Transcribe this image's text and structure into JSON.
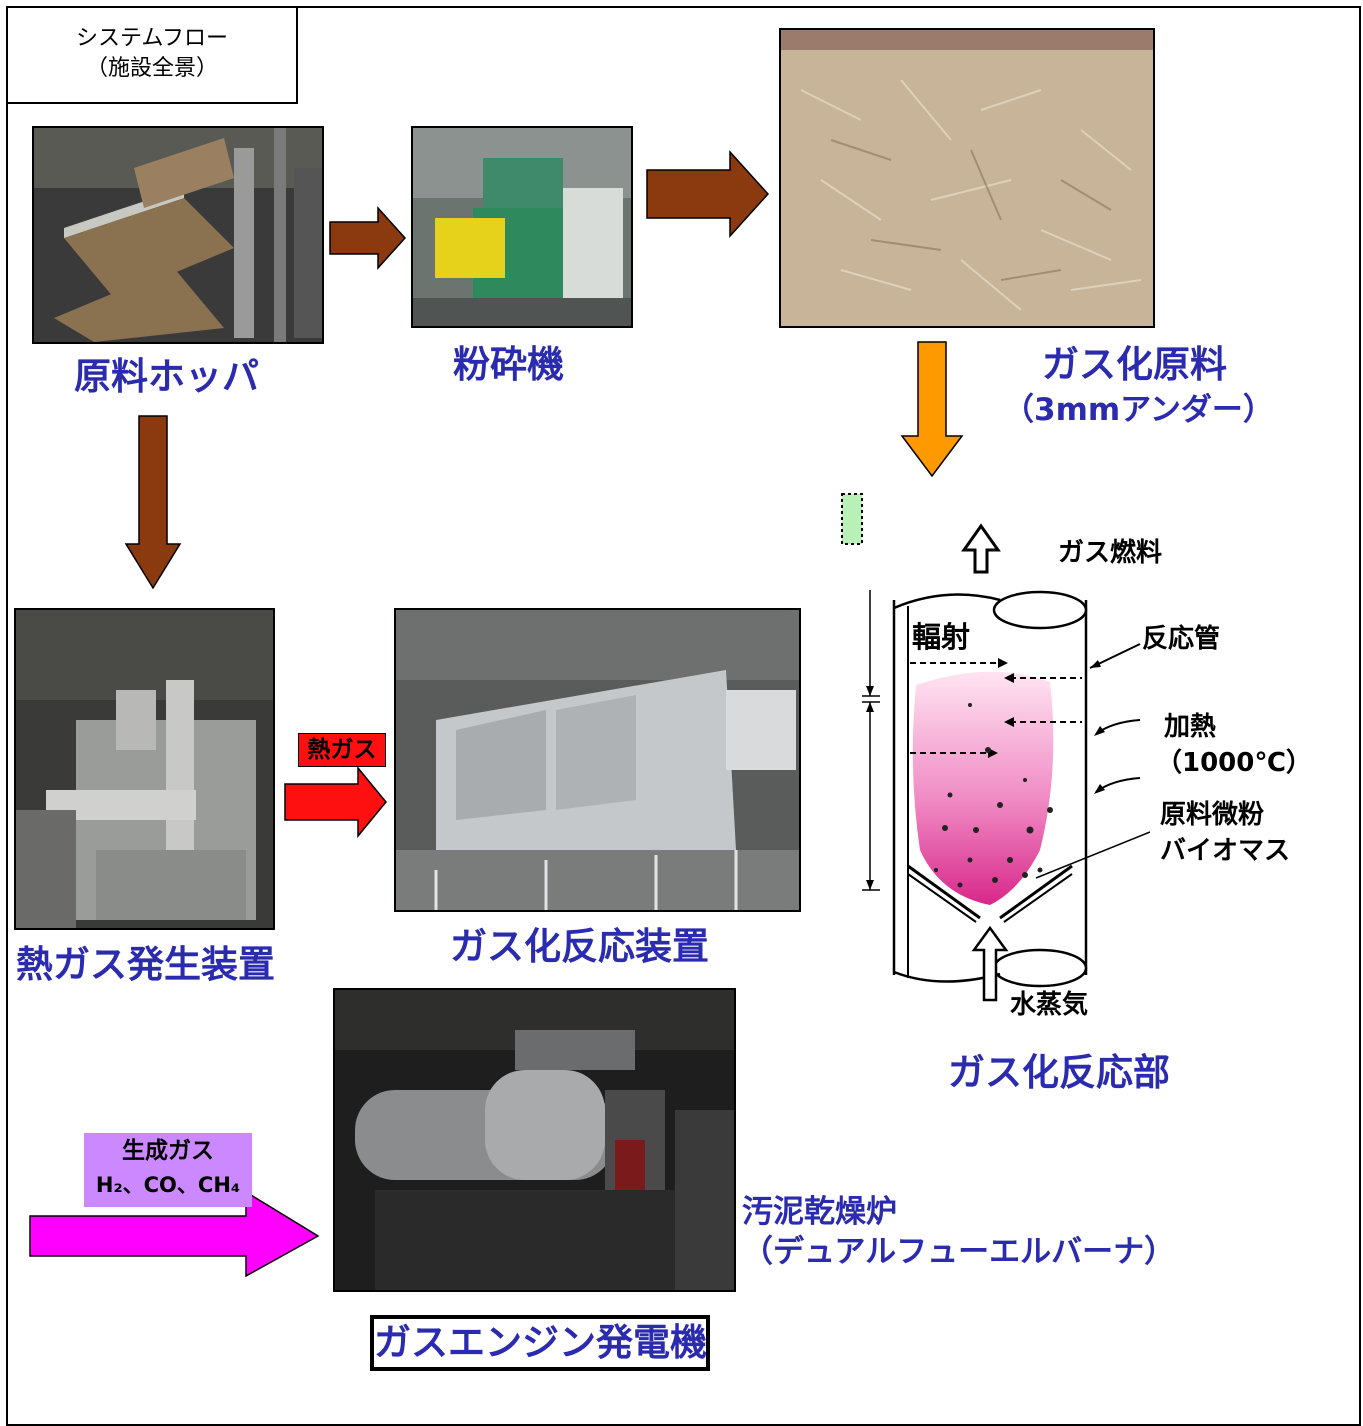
{
  "header": {
    "title_line1": "システムフロー",
    "title_line2": "（施設全景）"
  },
  "captions": {
    "hopper": "原料ホッパ",
    "crusher": "粉砕機",
    "gas_material_line1": "ガス化原料",
    "gas_material_line2": "（3mmアンダー）",
    "hot_gas_generator": "熱ガス発生装置",
    "gasification_reactor": "ガス化反応装置",
    "gasification_section": "ガス化反応部",
    "sludge_dryer_line1": "汚泥乾燥炉",
    "sludge_dryer_line2": "（デュアルフューエルバーナ）",
    "gas_engine": "ガスエンジン発電機"
  },
  "arrows": {
    "hot_gas_label": "熱ガス",
    "product_gas_label_line1": "生成ガス",
    "product_gas_label_line2": "H₂、CO、CH₄"
  },
  "reactor_diagram": {
    "gas_fuel": "ガス燃料",
    "radiation": "輻射",
    "reaction_tube": "反応管",
    "heating_line1": "加熱",
    "heating_line2": "（1000℃）",
    "powder_line1": "原料微粉",
    "powder_line2": "バイオマス",
    "steam": "水蒸気"
  },
  "colors": {
    "brown_arrow": "#8b3a0f",
    "orange_arrow": "#ff9900",
    "red_arrow": "#ff1010",
    "magenta_arrow": "#ff00ff",
    "caption_blue": "#2b2bb0",
    "product_gas_label_bg": "#cc88ff"
  }
}
